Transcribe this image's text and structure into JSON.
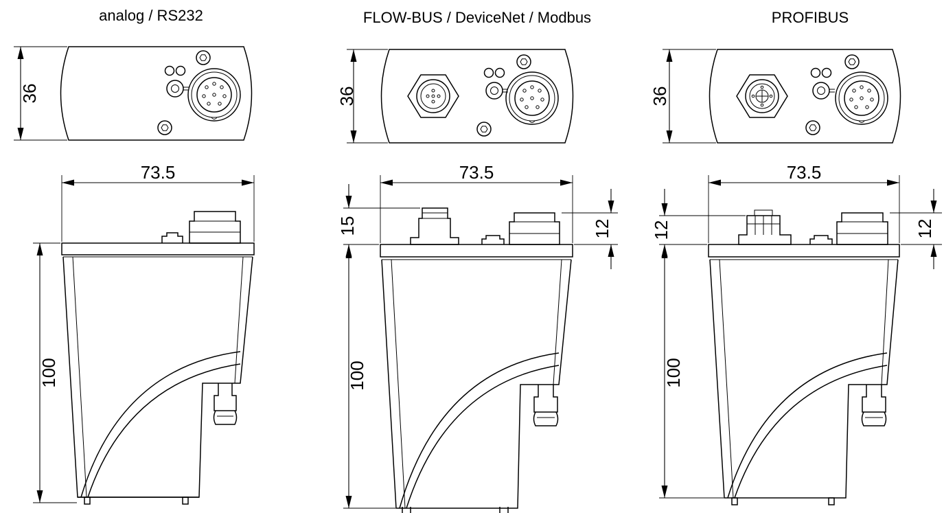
{
  "views": [
    {
      "title": "analog / RS232",
      "top_height_label": "36",
      "width_label": "73.5",
      "body_height_label": "100"
    },
    {
      "title": "FLOW-BUS / DeviceNet / Modbus",
      "top_height_label": "36",
      "width_label": "73.5",
      "body_height_label": "100",
      "left_connector_label": "15",
      "right_connector_label": "12"
    },
    {
      "title": "PROFIBUS",
      "top_height_label": "36",
      "width_label": "73.5",
      "body_height_label": "100",
      "left_connector_label": "12",
      "right_connector_label": "12"
    }
  ]
}
